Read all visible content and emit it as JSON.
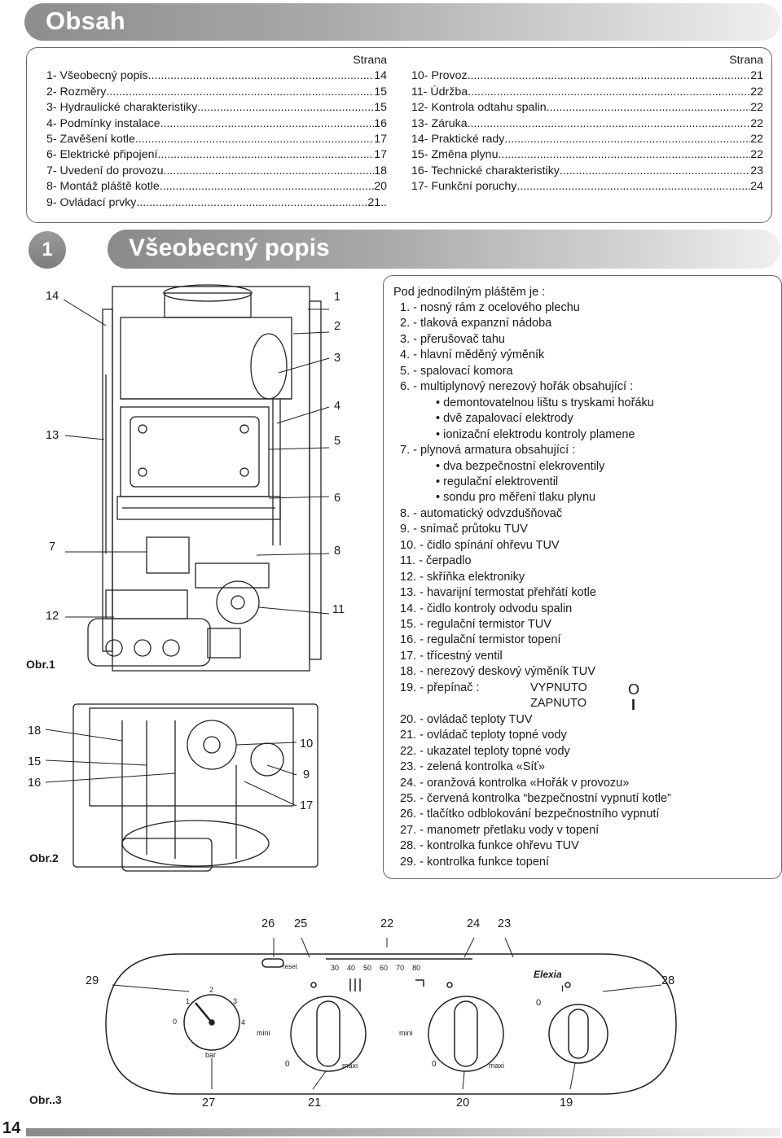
{
  "header": {
    "title": "Obsah"
  },
  "toc": {
    "strana_label": "Strana",
    "left": [
      {
        "label": "1- Všeobecný popis",
        "page": "14"
      },
      {
        "label": "2- Rozměry",
        "page": "15"
      },
      {
        "label": "3- Hydraulické charakteristiky",
        "page": "15"
      },
      {
        "label": "4- Podmínky instalace",
        "page": "16"
      },
      {
        "label": "5- Zavěšení kotle",
        "page": "17"
      },
      {
        "label": "6- Elektrické připojení",
        "page": "17"
      },
      {
        "label": "7- Uvedení do provozu",
        "page": "18"
      },
      {
        "label": "8- Montáž pláště kotle",
        "page": "20"
      },
      {
        "label": "9- Ovládací prvky",
        "page": "21.."
      }
    ],
    "right": [
      {
        "label": "10- Provoz",
        "page": "21"
      },
      {
        "label": "11- Údržba",
        "page": "22"
      },
      {
        "label": "12- Kontrola odtahu spalin",
        "page": "22"
      },
      {
        "label": "13- Záruka",
        "page": "22"
      },
      {
        "label": "14- Praktické rady",
        "page": "22"
      },
      {
        "label": "15- Změna plynu",
        "page": "22"
      },
      {
        "label": "16- Technické charakteristiky",
        "page": "23"
      },
      {
        "label": "17- Funkční poruchy",
        "page": "24"
      }
    ]
  },
  "section": {
    "number": "1",
    "title": "Všeobecný popis"
  },
  "figure1": {
    "caption": "Obr.1",
    "left_labels": [
      "14",
      "13",
      "7",
      "12"
    ],
    "right_labels": [
      "1",
      "2",
      "3",
      "4",
      "5",
      "6",
      "8",
      "11"
    ]
  },
  "figure2": {
    "caption": "Obr.2",
    "left_labels": [
      "18",
      "15",
      "16"
    ],
    "right_labels": [
      "10",
      "9",
      "17"
    ]
  },
  "legend": {
    "intro": "Pod jednodílným pláštěm je :",
    "items": [
      "1. - nosný rám z ocelového plechu",
      "2. - tlaková expanzní nádoba",
      "3. - přerušovač tahu",
      "4. - hlavní měděný výměník",
      "5. - spalovací komora",
      "6. - multiplynový nerezový hořák obsahující :",
      "• demontovatelnou lištu s tryskami hořáku",
      "• dvě zapalovací elektrody",
      "• ionizační elektrodu kontroly plamene",
      "7. - plynová armatura obsahující :",
      "• dva bezpečnostní elekroventily",
      "• regulační elektroventil",
      "• sondu pro měření tlaku plynu",
      "8. - automatický odvzdušňovač",
      "9. - snímač průtoku TUV",
      "10. - čidlo spínání ohřevu TUV",
      "11. - čerpadlo",
      "12. - skříňka elektroniky",
      "13. - havarijní termostat přehřátí kotle",
      "14. - čidlo kontroly odvodu spalin",
      "15. - regulační termistor TUV",
      "16. - regulační termistor topení",
      "17. - třícestný ventil",
      "18. - nerezový deskový výměník TUV",
      "19. - přepínač :",
      "VYPNUTO",
      "ZAPNUTO",
      "20. - ovládač teploty TUV",
      "21. - ovládač teploty topné vody",
      "22. - ukazatel teploty topné vody",
      "23. - zelená kontrolka «Síť»",
      "24. - oranžová kontrolka «Hořák v provozu»",
      "25. - červená kontrolka “bezpečnostní vypnutí kotle”",
      "26. - tlačítko odblokování bezpečnostního vypnutí",
      "27. - manometr přetlaku vody v topení",
      "28. - kontrolka funkce ohřevu TUV",
      "29. - kontrolka funkce topení"
    ],
    "switch_symbols": {
      "off": "O",
      "on": "I"
    }
  },
  "figure3": {
    "caption": "Obr..3",
    "top_labels": [
      "26",
      "25",
      "22",
      "24",
      "23"
    ],
    "side_labels": [
      "29",
      "28"
    ],
    "bottom_labels": [
      "27",
      "21",
      "20",
      "19"
    ],
    "panel": {
      "reset": "reset",
      "temps": [
        "30",
        "40",
        "50",
        "60",
        "70",
        "80"
      ],
      "brand": "Elexia",
      "gauge": {
        "ticks": [
          "0",
          "1",
          "2",
          "3",
          "4"
        ],
        "unit": "bar"
      },
      "knob_min": "mini",
      "knob_max": "maxi",
      "knob_zero": "0",
      "switch_off": "0",
      "switch_on": "I"
    }
  },
  "page_number": "14"
}
